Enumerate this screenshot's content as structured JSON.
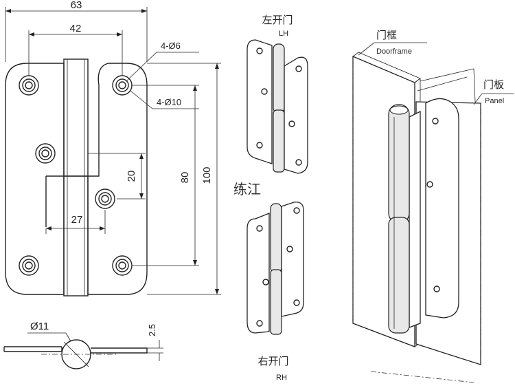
{
  "drawing": {
    "dimensions": {
      "overall_width": "63",
      "hole_spacing": "42",
      "small_hole": "4-Ø6",
      "large_hole": "4-Ø10",
      "offset": "20",
      "hole_pitch": "80",
      "overall_height": "100",
      "knuckle_offset": "27",
      "pin_diameter": "Ø11",
      "thickness": "2.5"
    },
    "left_hand": {
      "cn": "左开门",
      "en": "LH"
    },
    "right_hand": {
      "cn": "右开门",
      "en": "RH"
    },
    "doorframe": {
      "cn": "门框",
      "en": "Doorframe"
    },
    "panel": {
      "cn": "门板",
      "en": "Panel"
    },
    "watermark": "练江"
  }
}
